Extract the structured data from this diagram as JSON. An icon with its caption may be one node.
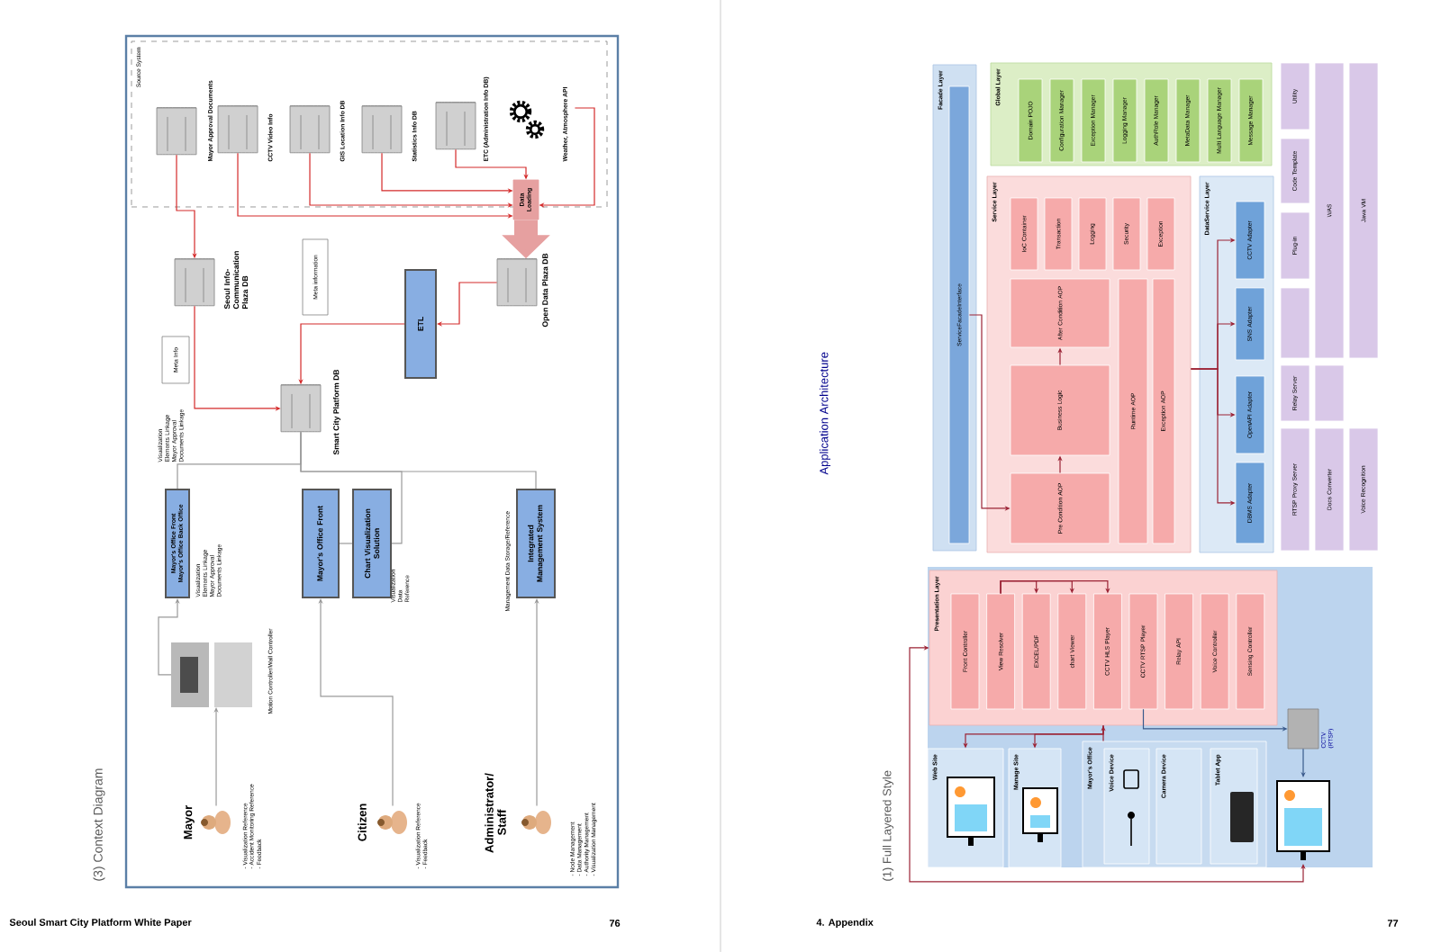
{
  "diagram": {
    "nodes": [
      {
        "text": [
          "Source System"
        ]
      },
      {
        "text": [
          "Mayor Approval Documents"
        ],
        "in": 0
      },
      {
        "text": [
          "CCTV Video Info"
        ],
        "in": 0
      },
      {
        "text": [
          "GIS Location Info DB"
        ],
        "in": 0
      },
      {
        "text": [
          "Statistics Info DB"
        ],
        "in": 0
      },
      {
        "text": [
          "ETC (Administration Info DB)"
        ],
        "in": 0
      },
      {
        "text": [
          "Weather, Atmosphere API"
        ],
        "in": 0
      },
      {
        "text": [
          "Data Loading"
        ]
      },
      {
        "text": [
          "Seoul Info-Communication Plaza DB"
        ]
      },
      {
        "text": [
          "Meta information"
        ]
      },
      {
        "text": [
          "ETL"
        ]
      },
      {
        "text": [
          "Open Data Plaza DB"
        ]
      },
      {
        "text": [
          "Meta Info"
        ]
      },
      {
        "text": [
          "Smart City Platform DB"
        ]
      },
      {
        "text": [
          "Mayor's Office Front Mayor's Office Back Office"
        ],
        "beside": [
          "Visualization Elements Linkage Mayor Approval Documents Linkage"
        ]
      },
      {
        "text": [
          "Mayor's Office Front"
        ]
      },
      {
        "text": [
          "Chart Visualization Solution"
        ],
        "beside": [
          "Visualization Data Reference"
        ]
      },
      {
        "text": [
          "Integrated Management System"
        ],
        "beside": [
          "Management Data Storage/Reference"
        ]
      },
      {
        "text": [],
        "shape": "picture",
        "beside": [
          "Motion Controller/Wall Controller"
        ]
      },
      {
        "text": [
          "Mayor",
          "- Visualization Reference",
          "- Accident Monitoring Reference",
          "- Feedback"
        ]
      },
      {
        "text": [
          "Citizen",
          "- Visualization Reference",
          "- Feedback"
        ]
      },
      {
        "text": [
          "Administrator/ Staff",
          "- Node Management",
          "- Data Management",
          "- Authority Management",
          "- Visualization Management"
        ]
      },
      {
        "text": [
          "Facade Layer"
        ]
      },
      {
        "text": [
          "ServiceFacadeInterface"
        ],
        "in": 22
      },
      {
        "text": [
          "Global Layer"
        ]
      },
      {
        "text": [
          "Domain POJO"
        ],
        "in": 24
      },
      {
        "text": [
          "Configuration Manager"
        ],
        "in": 24
      },
      {
        "text": [
          "Exception Manager"
        ],
        "in": 24
      },
      {
        "text": [
          "Logging Manager"
        ],
        "in": 24
      },
      {
        "text": [
          "AuthRole Manager"
        ],
        "in": 24
      },
      {
        "text": [
          "MetaData Manager"
        ],
        "in": 24
      },
      {
        "text": [
          "Multi Language Manager"
        ],
        "in": 24
      },
      {
        "text": [
          "Message Manager"
        ],
        "in": 24
      },
      {
        "text": [
          "Service Layer"
        ]
      },
      {
        "text": [
          "IoC Container"
        ],
        "in": 33
      },
      {
        "text": [
          "Transaction"
        ],
        "in": 33
      },
      {
        "text": [
          "Logging"
        ],
        "in": 33
      },
      {
        "text": [
          "Security"
        ],
        "in": 33
      },
      {
        "text": [
          "Exception"
        ],
        "in": 33
      },
      {
        "text": [
          "After Condition AOP"
        ],
        "in": 33
      },
      {
        "text": [
          "Business Logic"
        ],
        "in": 33
      },
      {
        "text": [
          "Pre Condition AOP"
        ],
        "in": 33
      },
      {
        "text": [
          "Runtime AOP"
        ],
        "in": 33
      },
      {
        "text": [
          "Exception AOP"
        ],
        "in": 33
      },
      {
        "text": [
          "DataService Layer"
        ]
      },
      {
        "text": [
          "CCTV Adapter"
        ],
        "in": 44
      },
      {
        "text": [
          "SNS Adapter"
        ],
        "in": 44
      },
      {
        "text": [
          "OpenAPI Adapter"
        ],
        "in": 44
      },
      {
        "text": [
          "DBMS Adapter"
        ],
        "in": 44
      },
      {
        "text": [
          "Utility"
        ]
      },
      {
        "text": [
          "Code Template"
        ]
      },
      {
        "text": [
          "Plug-in"
        ]
      },
      {
        "text": [],
        "shape": "box"
      },
      {
        "text": [
          "Relay Server"
        ]
      },
      {
        "text": [
          "RTSP Proxy Server"
        ]
      },
      {
        "text": [
          "WAS"
        ]
      },
      {
        "text": [],
        "shape": "box"
      },
      {
        "text": [
          "Docs Converter"
        ]
      },
      {
        "text": [
          "Java VM"
        ]
      },
      {
        "text": [
          "Voice Recognition"
        ]
      },
      {
        "text": [
          "Presentation Layer"
        ]
      },
      {
        "text": [
          "Front Controller"
        ],
        "in": 60
      },
      {
        "text": [
          "View Resolver"
        ],
        "in": 60
      },
      {
        "text": [
          "EXCEL/PDF"
        ],
        "in": 60
      },
      {
        "text": [
          "chart Viewer"
        ],
        "in": 60
      },
      {
        "text": [
          "CCTV HLS Player"
        ],
        "in": 60
      },
      {
        "text": [
          "CCTV RTSP Player"
        ],
        "in": 60
      },
      {
        "text": [
          "Relay API"
        ],
        "in": 60
      },
      {
        "text": [
          "Voice Controller"
        ],
        "in": 60
      },
      {
        "text": [
          "Sensing Controller"
        ],
        "in": 60
      },
      {
        "text": [
          "Web Site"
        ]
      },
      {
        "text": [
          "Manage Site"
        ]
      },
      {
        "text": [
          "Mayor's Office"
        ]
      },
      {
        "text": [
          "Voice Device"
        ],
        "in": 72
      },
      {
        "text": [
          "Camera Device"
        ],
        "in": 72
      },
      {
        "text": [
          "Tablet App"
        ],
        "in": 72
      },
      {
        "text": [
          "CCTV (RTSP)"
        ]
      },
      {
        "text": [],
        "shape": "picture"
      }
    ],
    "edges": [
      {
        "from": 1,
        "to": 8,
        "arrow": "to",
        "color": "#d42a2a"
      },
      {
        "from": 2,
        "to": 7,
        "arrow": "to",
        "color": "#d42a2a"
      },
      {
        "from": 3,
        "to": 7,
        "arrow": "to",
        "color": "#d42a2a"
      },
      {
        "from": 4,
        "to": 7,
        "arrow": "to",
        "color": "#d42a2a"
      },
      {
        "from": 5,
        "to": 7,
        "arrow": "to",
        "color": "#d42a2a"
      },
      {
        "from": 6,
        "to": 7,
        "arrow": "to",
        "color": "#d42a2a"
      },
      {
        "from": 11,
        "to": 10,
        "arrow": "to",
        "color": "#d42a2a"
      },
      {
        "from": 10,
        "to": 13,
        "arrow": "to",
        "color": "#d42a2a"
      },
      {
        "from": 8,
        "to": 13,
        "arrow": "to",
        "color": "#d42a2a"
      },
      {
        "from": 13,
        "to": 14,
        "arrow": "none",
        "color": "#9a9a9a"
      },
      {
        "from": 13,
        "to": 16,
        "arrow": "none",
        "color": "#9a9a9a"
      },
      {
        "from": 13,
        "to": 17,
        "arrow": "none",
        "color": "#9a9a9a"
      },
      {
        "from": 15,
        "to": 16,
        "arrow": "none",
        "color": "#9a9a9a"
      },
      {
        "from": 19,
        "to": 18,
        "arrow": "to",
        "color": "#9a9a9a"
      },
      {
        "from": 18,
        "to": 14,
        "arrow": "to",
        "color": "#9a9a9a"
      },
      {
        "from": 20,
        "to": 15,
        "arrow": "to",
        "color": "#9a9a9a"
      },
      {
        "from": 21,
        "to": 17,
        "arrow": "to",
        "color": "#9a9a9a"
      },
      {
        "from": 41,
        "to": 40,
        "arrow": "to"
      },
      {
        "from": 40,
        "to": 39,
        "arrow": "to"
      },
      {
        "from": 23,
        "to": 41,
        "arrow": "to"
      },
      {
        "from": 33,
        "to": 45,
        "arrow": "to"
      },
      {
        "from": 33,
        "to": 46,
        "arrow": "to"
      },
      {
        "from": 33,
        "to": 47,
        "arrow": "to"
      },
      {
        "from": 33,
        "to": 48,
        "arrow": "to"
      },
      {
        "from": 62,
        "to": 63,
        "arrow": "to"
      },
      {
        "from": 62,
        "to": 64,
        "arrow": "to"
      },
      {
        "from": 62,
        "to": 65,
        "arrow": "to"
      },
      {
        "from": 60,
        "to": 70,
        "arrow": "to"
      },
      {
        "from": 60,
        "to": 71,
        "arrow": "to"
      },
      {
        "from": 72,
        "to": 60,
        "arrow": "to"
      },
      {
        "from": 66,
        "to": 76,
        "arrow": "to",
        "color": "#3a5a8c"
      },
      {
        "from": 76,
        "to": 77,
        "arrow": "to",
        "color": "#3a5a8c"
      },
      {
        "from": 77,
        "to": 60,
        "arrow": "both"
      },
      {
        "from": 7,
        "to": 11,
        "arrow": "to",
        "style": "thick",
        "color": "#e6a0a0"
      }
    ],
    "labels": [
      "Visualization Elements Linkage Mayor Approval Documents Linkage",
      "(3) Context Diagram",
      "Seoul Smart City Platform White Paper",
      "76",
      "Application Architecture",
      "(1) Full Layered Style",
      "4. Appendix",
      "77"
    ]
  }
}
